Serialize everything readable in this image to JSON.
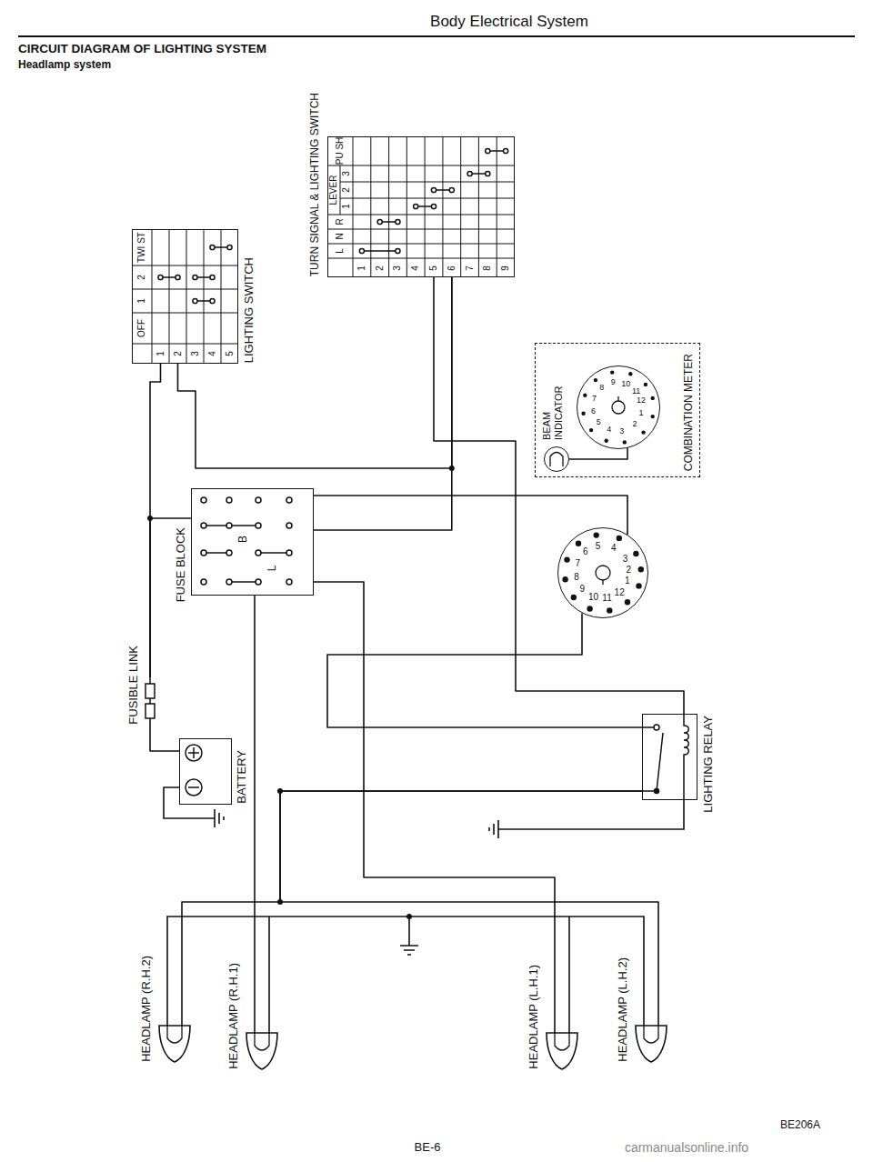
{
  "diagram": {
    "title": "CIRCUIT DIAGRAM OF LIGHTING SYSTEM",
    "nodes": [
      {
        "text": [
          "LIGHTING SWITCH"
        ]
      },
      {
        "text": [
          "TURN SIGNAL & LIGHTING SWITCH"
        ]
      },
      {
        "text": [
          "COMBINATION METER"
        ]
      },
      {
        "text": [
          "BEAM INDICATOR"
        ],
        "in": 2
      },
      {
        "text": [
          "1",
          "2",
          "3",
          "4",
          "5",
          "6",
          "7",
          "8",
          "9",
          "10",
          "11",
          "12"
        ],
        "in": 2
      },
      {
        "text": [
          "FUSE BLOCK"
        ]
      },
      {
        "text": [
          "1",
          "2",
          "3",
          "4",
          "5",
          "6",
          "7",
          "8",
          "9",
          "10",
          "11",
          "12"
        ]
      },
      {
        "text": [
          "FUSIBLE LINK"
        ]
      },
      {
        "text": [
          "BATTERY"
        ]
      },
      {
        "text": [
          "LIGHTING RELAY"
        ]
      },
      {
        "text": [
          "HEADLAMP (R.H.2)"
        ]
      },
      {
        "text": [
          "HEADLAMP (R.H.1)"
        ]
      },
      {
        "text": [
          "HEADLAMP (L.H.1)"
        ]
      },
      {
        "text": [
          "HEADLAMP (L.H.2)"
        ]
      }
    ],
    "edges": [
      {
        "from": 8,
        "to": 7,
        "arrow": "none"
      },
      {
        "from": 7,
        "to": 0,
        "arrow": "none"
      },
      {
        "from": 7,
        "to": 5,
        "arrow": "none"
      },
      {
        "from": 0,
        "to": 1,
        "arrow": "none"
      },
      {
        "from": 5,
        "to": 1,
        "arrow": "none"
      },
      {
        "from": 1,
        "to": 9,
        "arrow": "none"
      },
      {
        "from": 5,
        "to": 6,
        "arrow": "none"
      },
      {
        "from": 3,
        "to": 4,
        "arrow": "none"
      },
      {
        "from": 9,
        "to": 10,
        "arrow": "none"
      },
      {
        "from": 9,
        "to": 13,
        "arrow": "none"
      },
      {
        "from": 5,
        "to": 11,
        "arrow": "none"
      },
      {
        "from": 5,
        "to": 12,
        "arrow": "none"
      },
      {
        "from": 6,
        "to": 9,
        "arrow": "none"
      }
    ],
    "labels": [
      "Body Electrical System",
      "Headlamp system",
      "TWI ST",
      "2",
      "1",
      "OFF",
      "1",
      "2",
      "3",
      "4",
      "5",
      "PU SH",
      "LEVER",
      "3",
      "2",
      "1",
      "R",
      "N",
      "L",
      "1",
      "2",
      "3",
      "4",
      "5",
      "6",
      "7",
      "8",
      "9",
      "B",
      "L",
      "BE-6",
      "BE206A",
      "carmanualsonline.info"
    ]
  }
}
